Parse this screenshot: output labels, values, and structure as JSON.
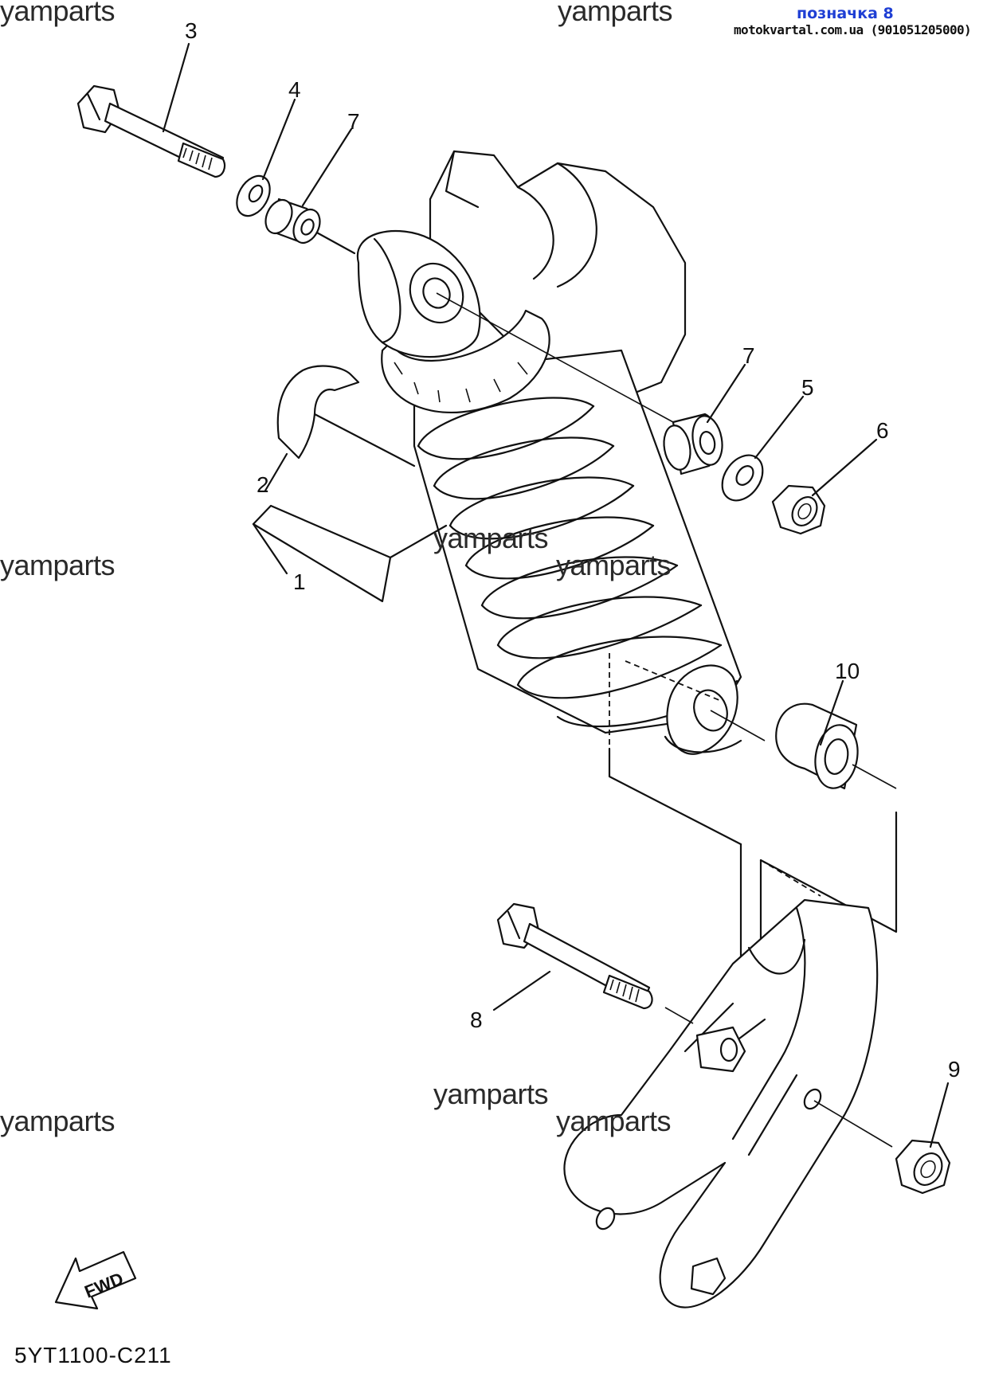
{
  "header": {
    "title": "позначка 8",
    "site": "motokvartal.com.ua (901051205000)"
  },
  "watermark": "yamparts",
  "diagram_code": "5YT1100-C211",
  "fwd_label": "FWD",
  "callouts": {
    "c1": "1",
    "c2": "2",
    "c3": "3",
    "c4": "4",
    "c5": "5",
    "c6": "6",
    "c7a": "7",
    "c7b": "7",
    "c8": "8",
    "c9": "9",
    "c10": "10"
  },
  "colors": {
    "header_title": "#1f3fd4",
    "ink": "#111111"
  }
}
